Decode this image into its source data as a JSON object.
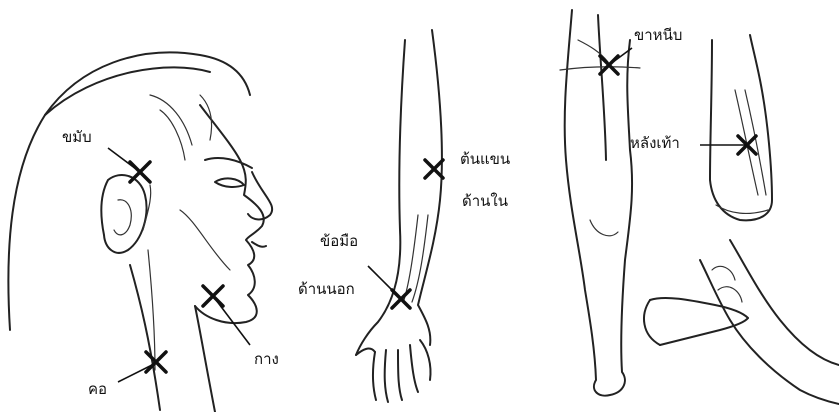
{
  "labels": {
    "temple": "ขมับ",
    "neck": "คอ",
    "jaw": "กาง",
    "inner_arm_line1": "ต้นแขน",
    "inner_arm_line2": "ด้านใน",
    "wrist_line1": "ข้อมือ",
    "wrist_line2": "ด้านนอก",
    "groin": "ขาหนีบ",
    "foot_top": "หลังเท้า"
  },
  "colors": {
    "ink": "#222222",
    "marker": "#111111",
    "background": "#ffffff"
  }
}
